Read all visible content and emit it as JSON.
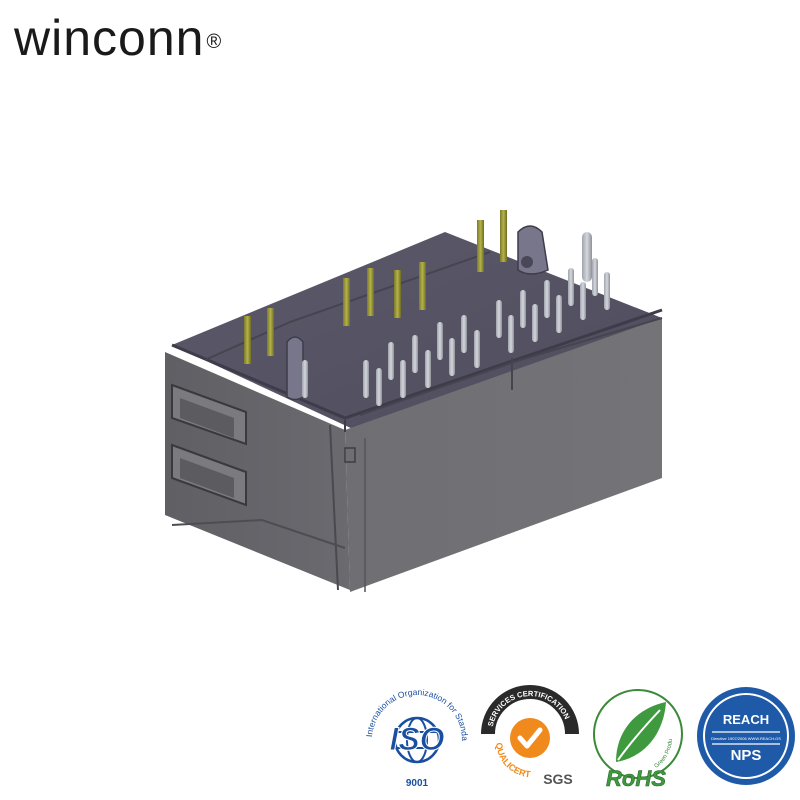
{
  "brand": {
    "name": "winconn",
    "reg_mark": "®"
  },
  "certifications": [
    {
      "name": "ISO",
      "number": "9001",
      "ring_text": "International Organization for Standardization"
    },
    {
      "name": "SGS",
      "ring_top": "SERVICES CERTIFICATION",
      "ring_bottom": "QUALICERT"
    },
    {
      "name": "RoHS",
      "ring_text": "Green Product"
    },
    {
      "name": "REACH",
      "sub": "NPS",
      "small_text": "Directive 1907/2006 WWW.REACH.GS"
    }
  ]
}
